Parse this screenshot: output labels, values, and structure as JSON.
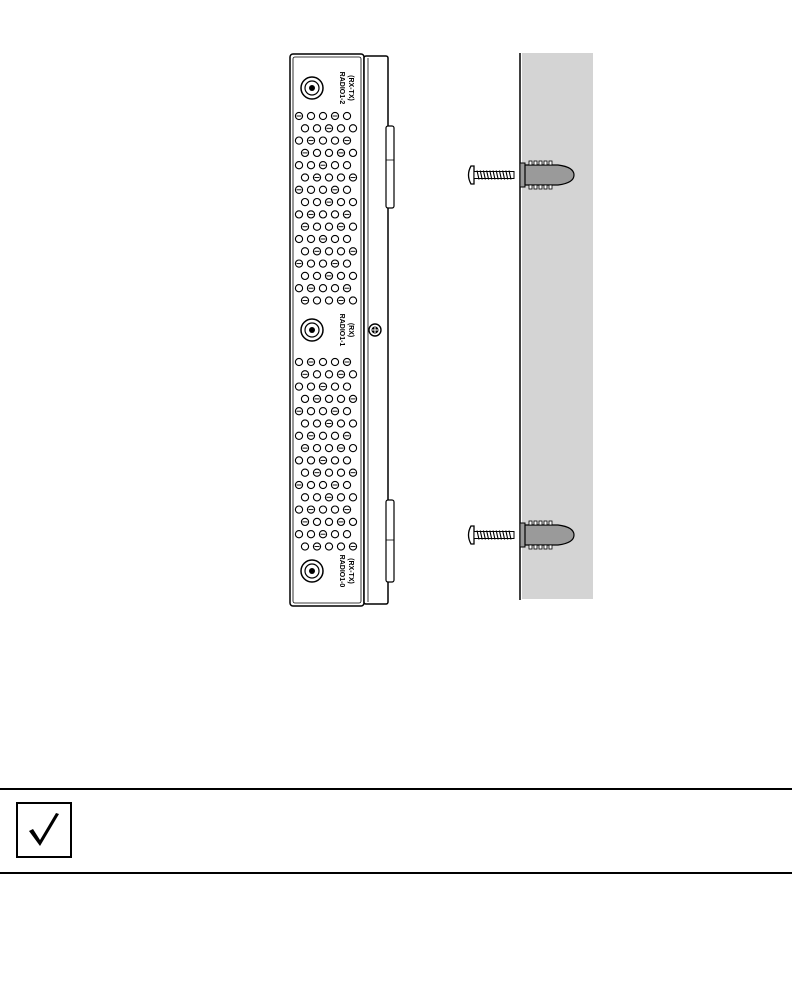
{
  "figure": {
    "ports": [
      {
        "label": "RADIO1-2",
        "sub": "(RX-TX)"
      },
      {
        "label": "RADIO1-1",
        "sub": "(RX)"
      },
      {
        "label": "RADIO1-0",
        "sub": "(RX-TX)"
      }
    ],
    "colors": {
      "wall": "#d4d4d4",
      "anchor": "#9a9a9a",
      "outline": "#000000"
    }
  },
  "note": {
    "icon": "checkmark-icon",
    "text": ""
  }
}
